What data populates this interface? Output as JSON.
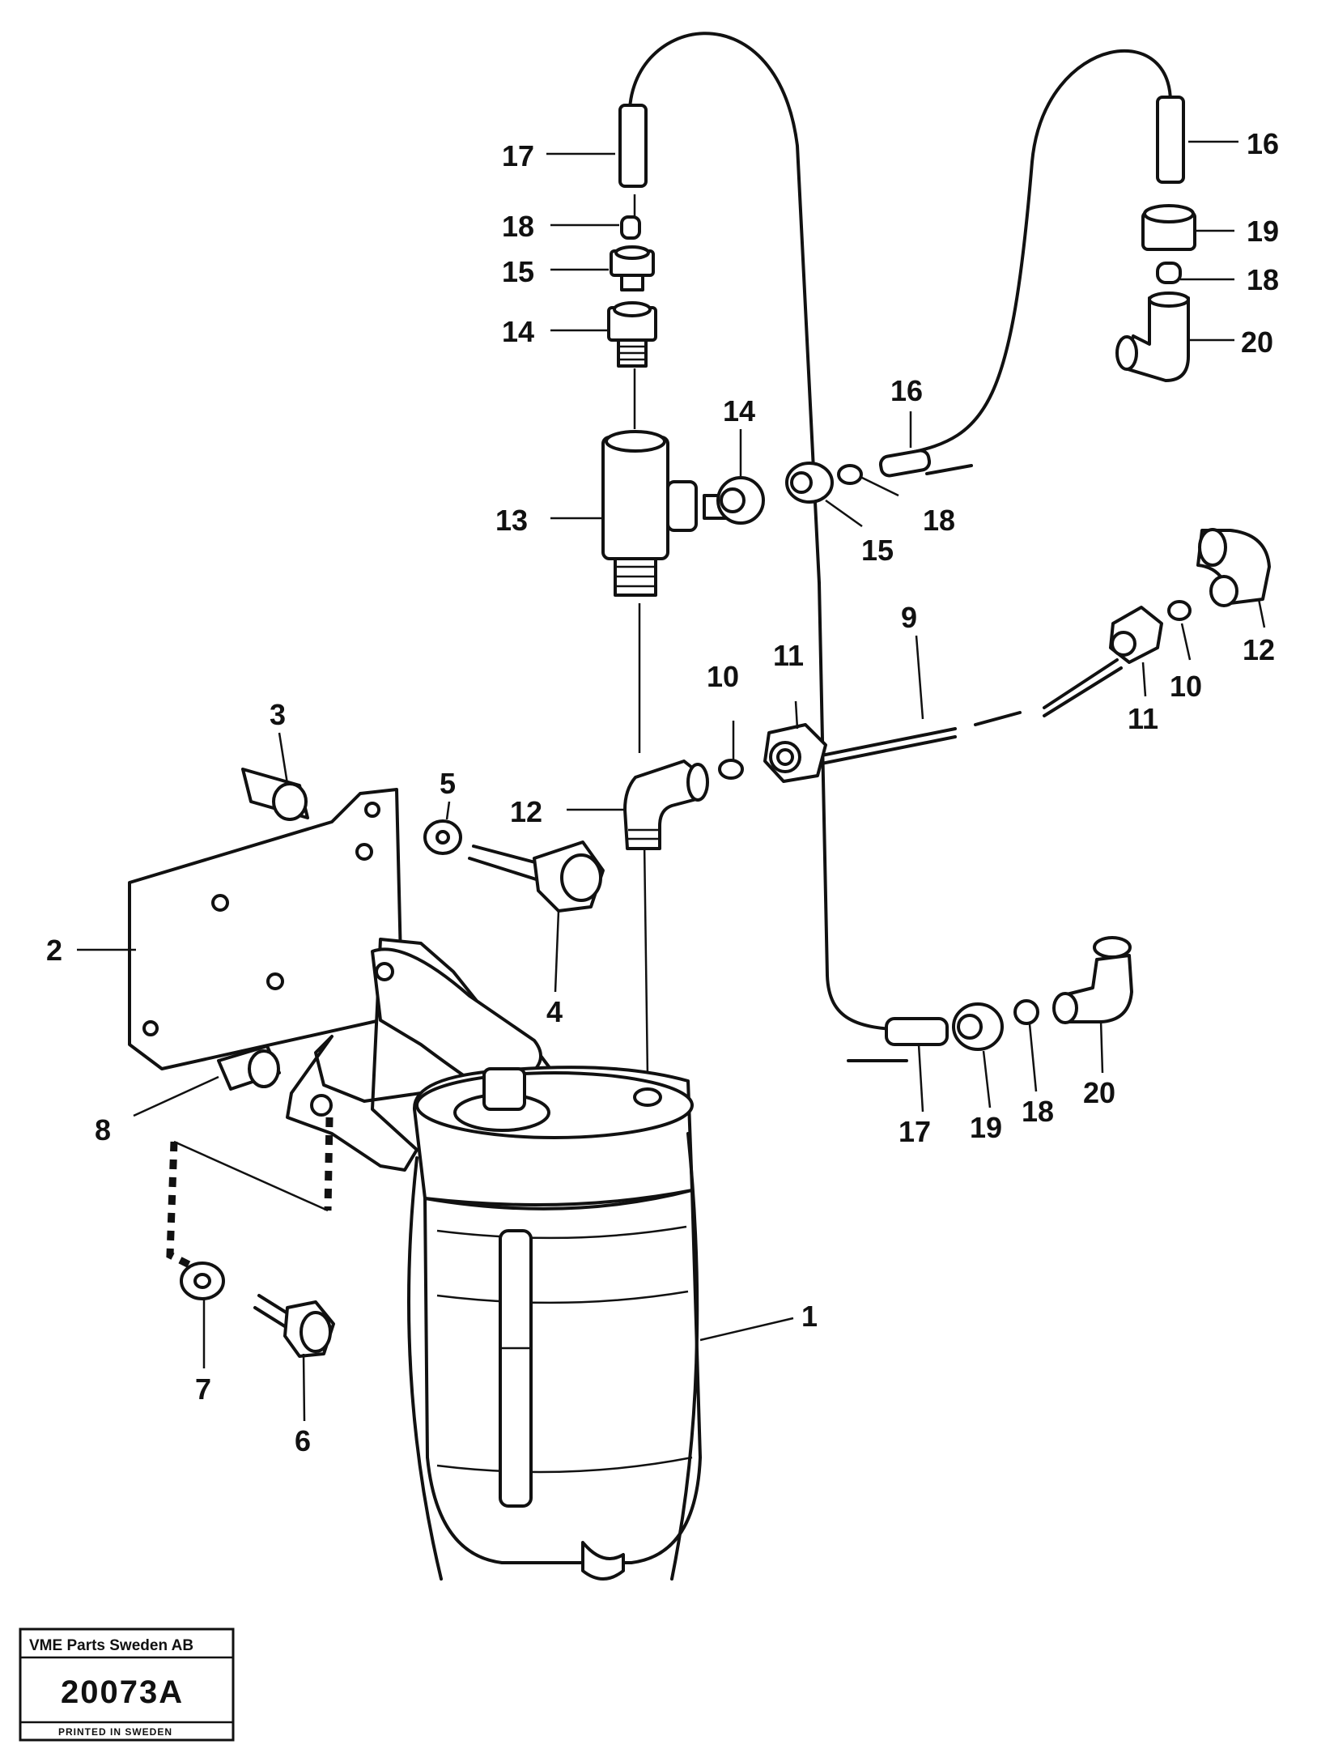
{
  "labels": {
    "p1": "1",
    "p2": "2",
    "p3": "3",
    "p4": "4",
    "p5": "5",
    "p6": "6",
    "p7": "7",
    "p8": "8",
    "p9": "9",
    "p10a": "10",
    "p10b": "10",
    "p11a": "11",
    "p11b": "11",
    "p12a": "12",
    "p12b": "12",
    "p13": "13",
    "p14a": "14",
    "p14b": "14",
    "p15a": "15",
    "p15b": "15",
    "p16a": "16",
    "p16b": "16",
    "p17a": "17",
    "p17b": "17",
    "p18a": "18",
    "p18b": "18",
    "p18c": "18",
    "p18d": "18",
    "p19a": "19",
    "p19b": "19",
    "p20a": "20",
    "p20b": "20"
  },
  "stamp": {
    "company": "VME Parts Sweden AB",
    "drawing_number": "20073A",
    "printed": "PRINTED IN SWEDEN"
  }
}
